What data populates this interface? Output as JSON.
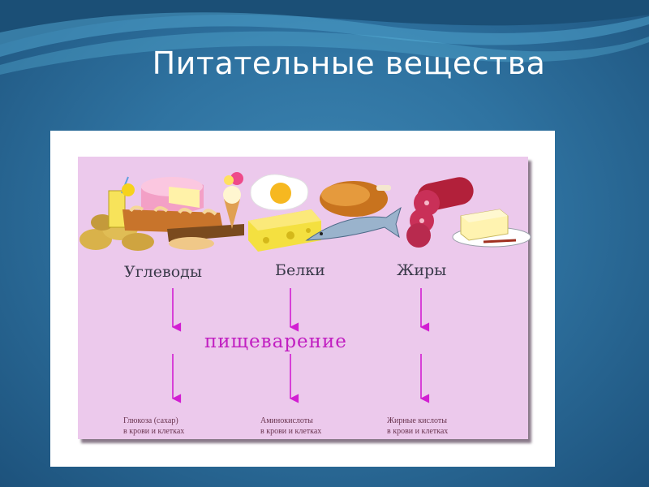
{
  "slide": {
    "title": "Питательные вещества"
  },
  "diagram": {
    "categories": [
      "Углеводы",
      "Белки",
      "Жиры"
    ],
    "process": "пищеварение",
    "results": [
      {
        "line1": "Глюкоза (сахар)",
        "line2": "в крови и клетках"
      },
      {
        "line1": "Аминокислоты",
        "line2": "в крови и клетках"
      },
      {
        "line1": "Жирные кислоты",
        "line2": "в крови и клетках"
      }
    ],
    "food_icons": [
      "potatoes-icon",
      "juice-glass-icon",
      "cake-icon",
      "bread-loaf-icon",
      "ice-cream-icon",
      "fried-egg-icon",
      "cheese-icon",
      "roast-chicken-icon",
      "fish-icon",
      "salami-icon",
      "butter-icon"
    ]
  },
  "colors": {
    "background": "#2f73a1",
    "card": "#ecc9ec",
    "arrow": "#d21ed2",
    "process_text": "#c11fc1"
  }
}
